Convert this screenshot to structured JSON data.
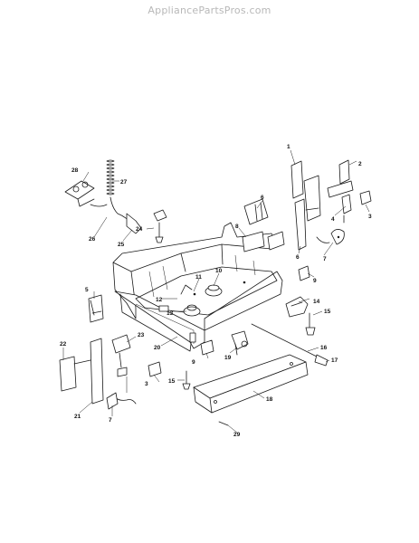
{
  "watermark": "AppliancePartsPros.com",
  "callouts": {
    "c1": "1",
    "c2": "2",
    "c3a": "3",
    "c3b": "3",
    "c4": "4",
    "c5": "5",
    "c6a": "6",
    "c6b": "6",
    "c7a": "7",
    "c7b": "7",
    "c8": "8",
    "c9a": "9",
    "c9b": "9",
    "c10": "10",
    "c11": "11",
    "c12": "12",
    "c13": "13",
    "c14": "14",
    "c15a": "15",
    "c15b": "15",
    "c16": "16",
    "c17": "17",
    "c18": "18",
    "c19": "19",
    "c20": "20",
    "c21": "21",
    "c22": "22",
    "c23": "23",
    "c24": "24",
    "c25": "25",
    "c26": "26",
    "c27": "27",
    "c28": "28",
    "c29": "29"
  },
  "colors": {
    "line": "#1a1a1a",
    "watermark": "#b8b8b8",
    "background": "#ffffff"
  }
}
